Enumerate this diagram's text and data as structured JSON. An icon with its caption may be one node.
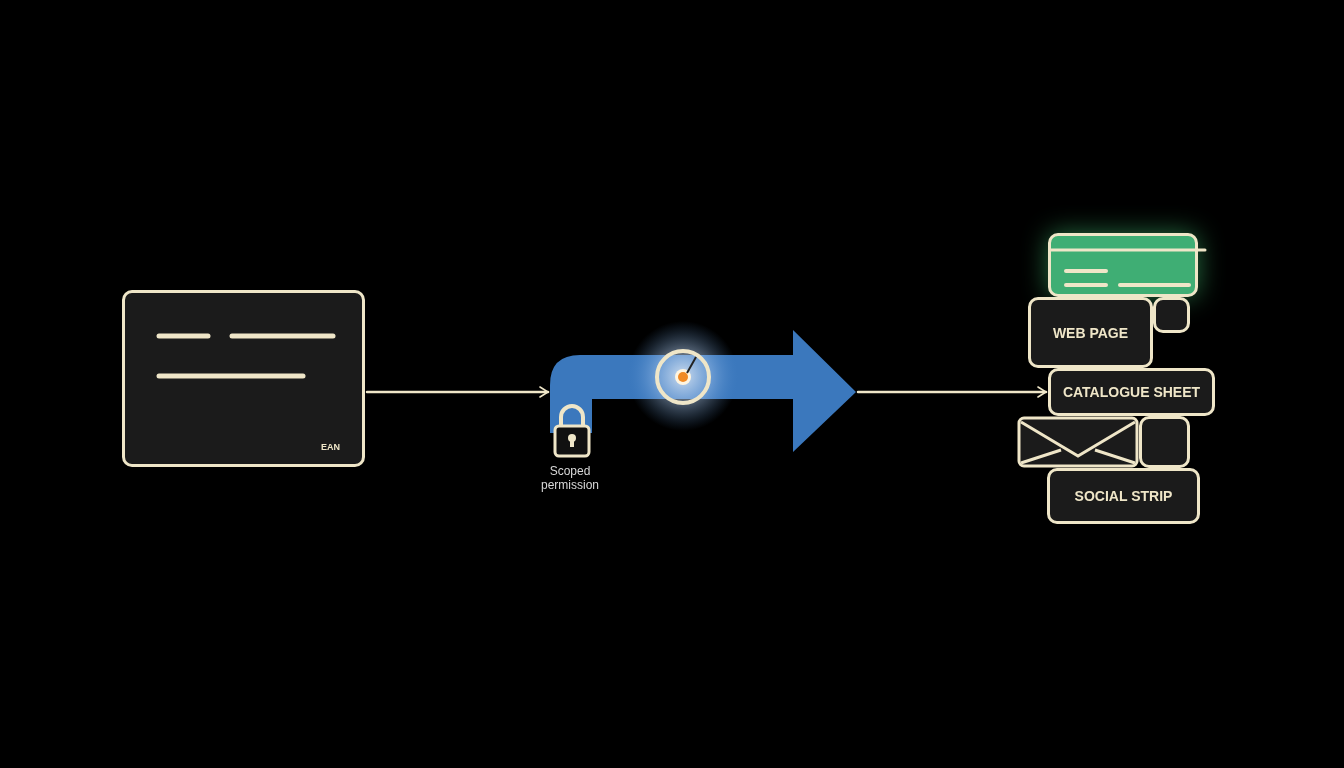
{
  "diagram": {
    "nodes": [
      {
        "text": [
          "EAN"
        ]
      },
      {
        "text": [],
        "shape": "arrow",
        "beside": [
          "Scoped permission"
        ]
      },
      {
        "text": [],
        "shape": "box"
      },
      {
        "text": [],
        "shape": "box"
      },
      {
        "text": [
          "WEB PAGE"
        ]
      },
      {
        "text": [
          "CATALOGUE SHEET"
        ]
      },
      {
        "text": [],
        "shape": "box"
      },
      {
        "text": [],
        "shape": "envelope"
      },
      {
        "text": [
          "SOCIAL STRIP"
        ]
      }
    ],
    "edges": [
      {
        "from": 0,
        "to": 1,
        "arrow": "to"
      },
      {
        "from": 1,
        "to": 5,
        "arrow": "to"
      }
    ]
  }
}
